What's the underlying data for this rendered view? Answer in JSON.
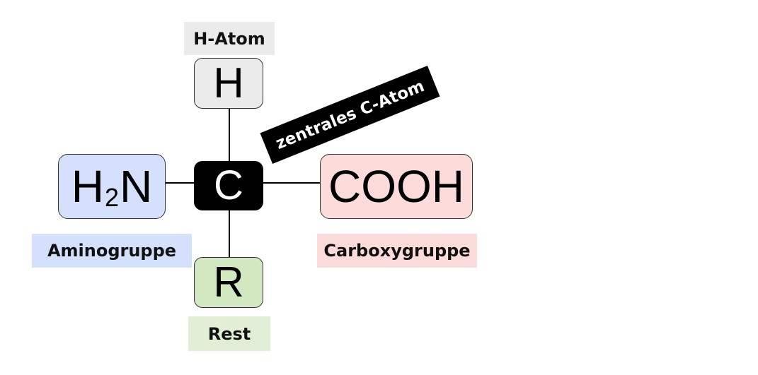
{
  "atoms": {
    "hydrogen": "H",
    "central_carbon": "C",
    "amine_prefix": "H",
    "amine_subscript": "2",
    "amine_suffix": "N",
    "carboxyl": "COOH",
    "residue": "R"
  },
  "labels": {
    "hydrogen": "H-Atom",
    "central_carbon": "zentrales C-Atom",
    "amino_group": "Aminogruppe",
    "carboxy_group": "Carboxygruppe",
    "residue": "Rest"
  },
  "colors": {
    "hydrogen_fill": "#ebebeb",
    "central_fill": "#000000",
    "amino_fill": "#d5e0fc",
    "carboxy_fill": "#fcdcdb",
    "residue_fill": "#d1e8c0",
    "residue_label_fill": "#e2efd7"
  }
}
